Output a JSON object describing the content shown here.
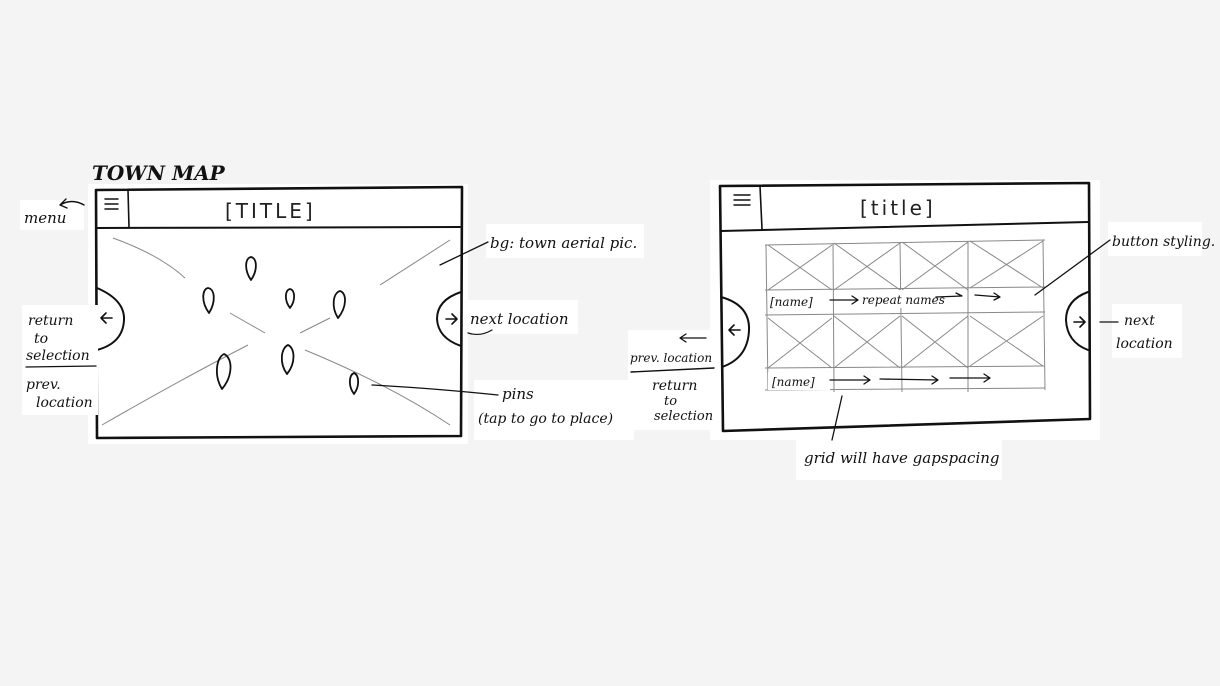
{
  "page_title": "TOWN MAP",
  "left_wireframe": {
    "title": "[TITLE]",
    "menu_label": "menu",
    "return_label_1": "return",
    "return_label_2": "to",
    "return_label_3": "selection",
    "prev_label_1": "prev.",
    "prev_label_2": "location",
    "bg_label": "bg: town aerial pic.",
    "next_label": "next location",
    "pins_label_1": "pins",
    "pins_label_2": "(tap to go to place)"
  },
  "right_wireframe": {
    "title": "[title]",
    "name_label": "[name]",
    "name_label_2": "[name]",
    "repeat_label": "repeat names",
    "button_styling_label": "button styling.",
    "next_label_1": "next",
    "next_label_2": "location",
    "prev_label": "prev. location",
    "return_label_1": "return",
    "return_label_2": "to",
    "return_label_3": "selection",
    "grid_note": "grid will have gapspacing"
  }
}
